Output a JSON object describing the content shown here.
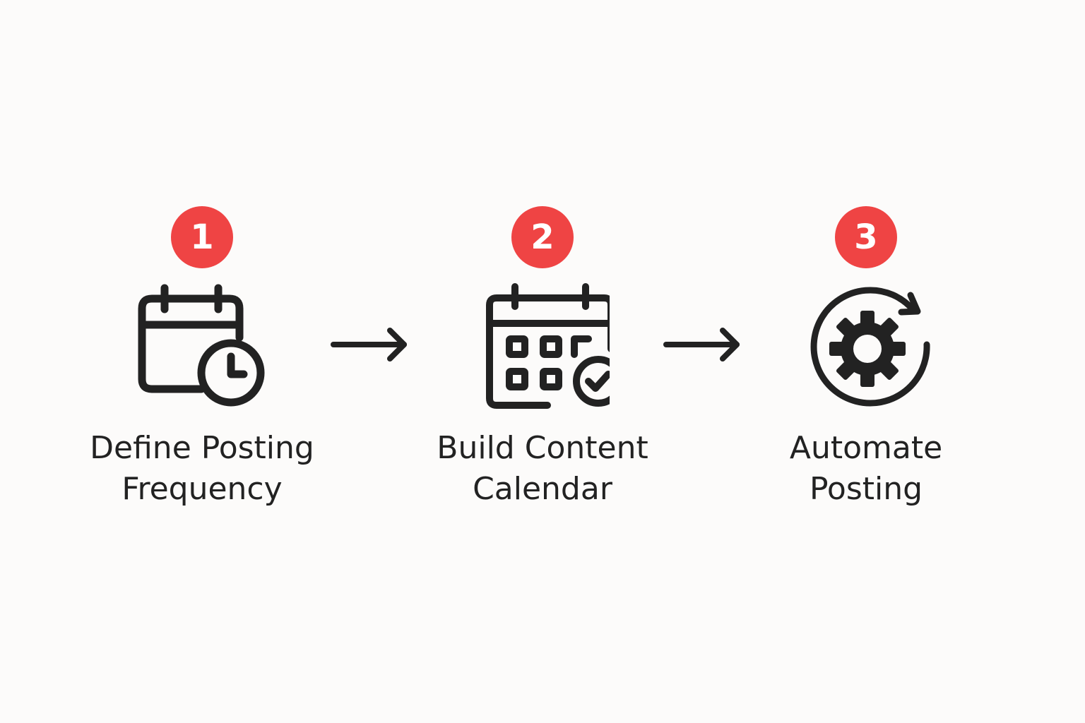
{
  "colors": {
    "badge": "#ef4444",
    "icon": "#222222",
    "text": "#222222",
    "background": "#fcfbfa"
  },
  "steps": [
    {
      "number": "1",
      "icon": "calendar-clock-icon",
      "label_line1": "Define Posting",
      "label_line2": "Frequency"
    },
    {
      "number": "2",
      "icon": "calendar-check-icon",
      "label_line1": "Build Content",
      "label_line2": "Calendar"
    },
    {
      "number": "3",
      "icon": "gear-cycle-icon",
      "label_line1": "Automate",
      "label_line2": "Posting"
    }
  ],
  "connectors": [
    "arrow-right-icon",
    "arrow-right-icon"
  ]
}
